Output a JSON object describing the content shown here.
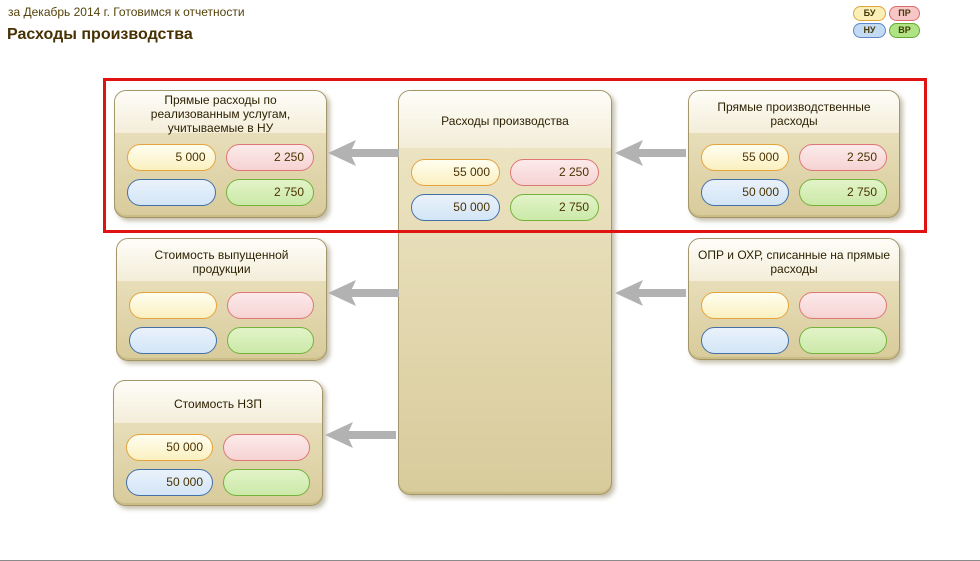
{
  "header": {
    "period_line": "за Декабрь 2014 г. Готовимся к отчетности",
    "title": "Расходы производства"
  },
  "legend": {
    "badges": [
      {
        "id": "bu",
        "label": "БУ",
        "fill": "#FBEFB8",
        "border": "#DFA43C"
      },
      {
        "id": "pr",
        "label": "ПР",
        "fill": "#F7C6C6",
        "border": "#DC6B6B"
      },
      {
        "id": "nu",
        "label": "НУ",
        "fill": "#C3DAF3",
        "border": "#5E87C4"
      },
      {
        "id": "vr",
        "label": "ВР",
        "fill": "#AFE383",
        "border": "#67A832"
      }
    ]
  },
  "diagram": {
    "boxes": [
      {
        "id": "direct-expenses-realized-services-nu",
        "title": "Прямые расходы по реализованным услугам, учитываемые в НУ",
        "values": {
          "bu": "5 000",
          "pr": "2 250",
          "nu": "",
          "vr": "2 750"
        }
      },
      {
        "id": "production-expenses",
        "title": "Расходы производства",
        "values": {
          "bu": "55 000",
          "pr": "2 250",
          "nu": "50 000",
          "vr": "2 750"
        }
      },
      {
        "id": "direct-production-expenses",
        "title": "Прямые производственные расходы",
        "values": {
          "bu": "55 000",
          "pr": "2 250",
          "nu": "50 000",
          "vr": "2 750"
        }
      },
      {
        "id": "output-production-cost",
        "title": "Стоимость выпущенной продукции",
        "values": {
          "bu": "",
          "pr": "",
          "nu": "",
          "vr": ""
        }
      },
      {
        "id": "opr-ohr-written-off",
        "title": "ОПР и ОХР, списанные на прямые расходы",
        "values": {
          "bu": "",
          "pr": "",
          "nu": "",
          "vr": ""
        }
      },
      {
        "id": "nzp-cost",
        "title": "Стоимость НЗП",
        "values": {
          "bu": "50 000",
          "pr": "",
          "nu": "50 000",
          "vr": ""
        }
      }
    ],
    "flows": [
      {
        "from": "direct-production-expenses",
        "to": "production-expenses"
      },
      {
        "from": "opr-ohr-written-off",
        "to": "production-expenses"
      },
      {
        "from": "production-expenses",
        "to": "direct-expenses-realized-services-nu"
      },
      {
        "from": "production-expenses",
        "to": "output-production-cost"
      },
      {
        "from": "production-expenses",
        "to": "nzp-cost"
      }
    ],
    "highlight_color": "#E01212",
    "arrow_color": "#B2B2B2"
  }
}
